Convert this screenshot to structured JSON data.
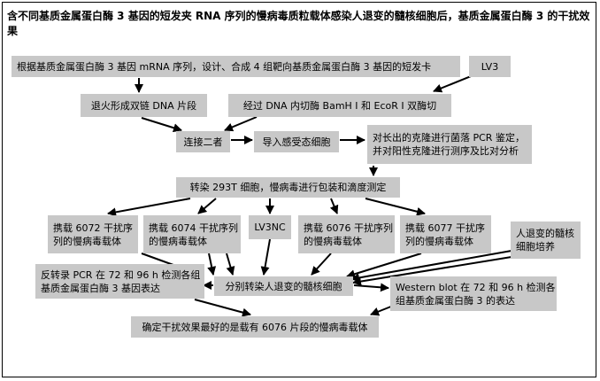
{
  "title": "含不同基质金属蛋白酶 3 基因的短发夹 RNA 序列的慢病毒质粒载体感染人退变的髓核细胞后，基质金属蛋白酶 3 的干扰效果",
  "nodes": {
    "design": "根据基质金属蛋白酶 3 基因 mRNA 序列，设计、合成 4 组靶向基质金属蛋白酶 3 基因的短发卡",
    "lv3": "LV3",
    "anneal": "退火形成双链 DNA 片段",
    "digest": "经过 DNA 内切酶 BamH I 和 EcoR I 双酶切",
    "ligate": "连接二者",
    "transform": "导入感受态细胞",
    "identify": "对长出的克隆进行菌落 PCR 鉴定，并对阳性克隆进行测序及比对分析",
    "transfect": "转染 293T 细胞，慢病毒进行包装和滴度测定",
    "v6072": "携载 6072 干扰序列的慢病毒载体",
    "v6074": "携载 6074 干扰序列的慢病毒载体",
    "lv3nc": "LV3NC",
    "v6076": "携载 6076 干扰序列的慢病毒载体",
    "v6077": "携载 6077 干扰序列的慢病毒载体",
    "culture": "人退变的髓核细胞培养",
    "infect": "分别转染人退变的髓核细胞",
    "rtpcr": "反转录 PCR 在 72 和 96 h 检测各组基质金属蛋白酶 3 基因表达",
    "western": "Western blot 在 72 和 96 h 检测各组基质金属蛋白酶 3 的表达",
    "conclusion": "确定干扰效果最好的是载有 6076 片段的慢病毒载体"
  },
  "colors": {
    "box": "#c8c8c8",
    "line": "#000000"
  }
}
